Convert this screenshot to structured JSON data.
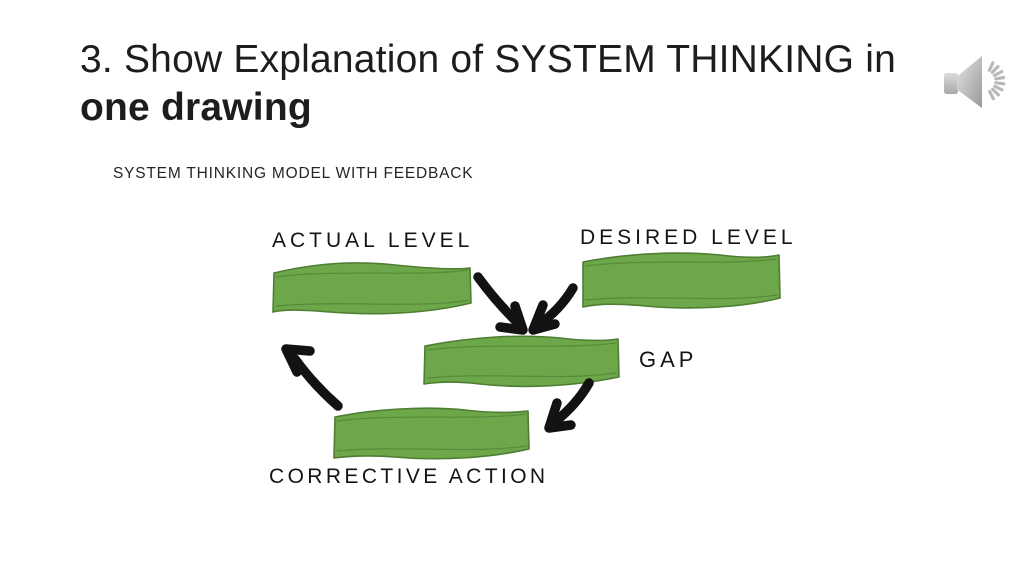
{
  "slide": {
    "title_line1": "3. Show Explanation of SYSTEM THINKING in",
    "title_line2": "one drawing",
    "subtitle": "SYSTEM THINKING MODEL WITH FEEDBACK"
  },
  "diagram": {
    "type": "flow-diagram",
    "nodes": [
      {
        "id": "actual",
        "label": "ACTUAL LEVEL",
        "shape": "green-ribbon-bar"
      },
      {
        "id": "desired",
        "label": "DESIRED LEVEL",
        "shape": "green-ribbon-bar"
      },
      {
        "id": "gap",
        "label": "GAP",
        "shape": "green-ribbon-bar"
      },
      {
        "id": "corrective",
        "label": "CORRECTIVE ACTION",
        "shape": "green-ribbon-bar"
      }
    ],
    "edges": [
      {
        "from": "actual",
        "to": "gap",
        "style": "thick-hand-drawn-arrow"
      },
      {
        "from": "desired",
        "to": "gap",
        "style": "thick-hand-drawn-arrow"
      },
      {
        "from": "gap",
        "to": "corrective",
        "style": "thick-hand-drawn-arrow"
      },
      {
        "from": "corrective",
        "to": "actual",
        "style": "thick-hand-drawn-arrow (feedback)"
      }
    ],
    "colors": {
      "bar_fill": "#6CA84A",
      "bar_stroke": "#4E7D33",
      "arrow": "#121212"
    }
  },
  "icons": {
    "audio": "speaker-with-sound-waves"
  }
}
